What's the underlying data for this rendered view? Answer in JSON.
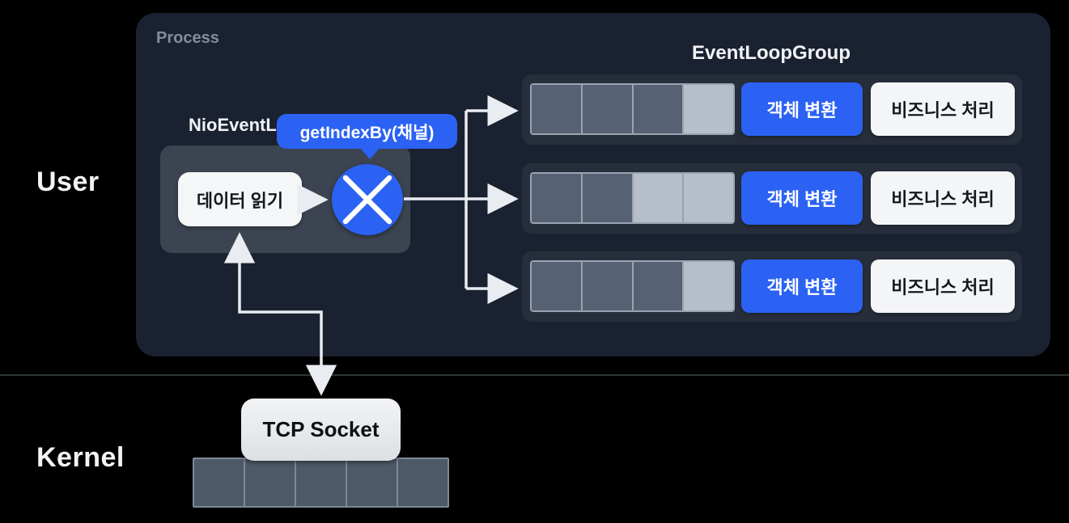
{
  "labels": {
    "user": "User",
    "kernel": "Kernel"
  },
  "process": {
    "title": "Process",
    "event_loop_group_title": "EventLoopGroup",
    "nio_event_loop_label": "NioEventL",
    "tooltip_label": "getIndexBy(채널)",
    "read_button_label": "데이터 읽기",
    "rows": [
      {
        "queue": [
          "dark",
          "dark",
          "dark",
          "light"
        ],
        "convert_label": "객체 변환",
        "business_label": "비즈니스 처리"
      },
      {
        "queue": [
          "dark",
          "dark",
          "light",
          "light"
        ],
        "convert_label": "객체 변환",
        "business_label": "비즈니스 처리"
      },
      {
        "queue": [
          "dark",
          "dark",
          "dark",
          "light"
        ],
        "convert_label": "객체 변환",
        "business_label": "비즈니스 처리"
      }
    ]
  },
  "kernel_section": {
    "tcp_socket_label": "TCP Socket",
    "buffer": [
      "dark",
      "dark",
      "dark",
      "dark",
      "dark"
    ]
  },
  "colors": {
    "background": "#000000",
    "process_bg": "#1A2130",
    "row_bg": "#272E3B",
    "nio_box_bg": "#3C4452",
    "accent_blue": "#2B62F3",
    "queue_dark_cell": "#566173",
    "queue_light_cell": "#B6BEC9",
    "kernel_cell": "#4E5968",
    "white_button": "#F4F5F7",
    "arrow": "#E9ECF0"
  }
}
